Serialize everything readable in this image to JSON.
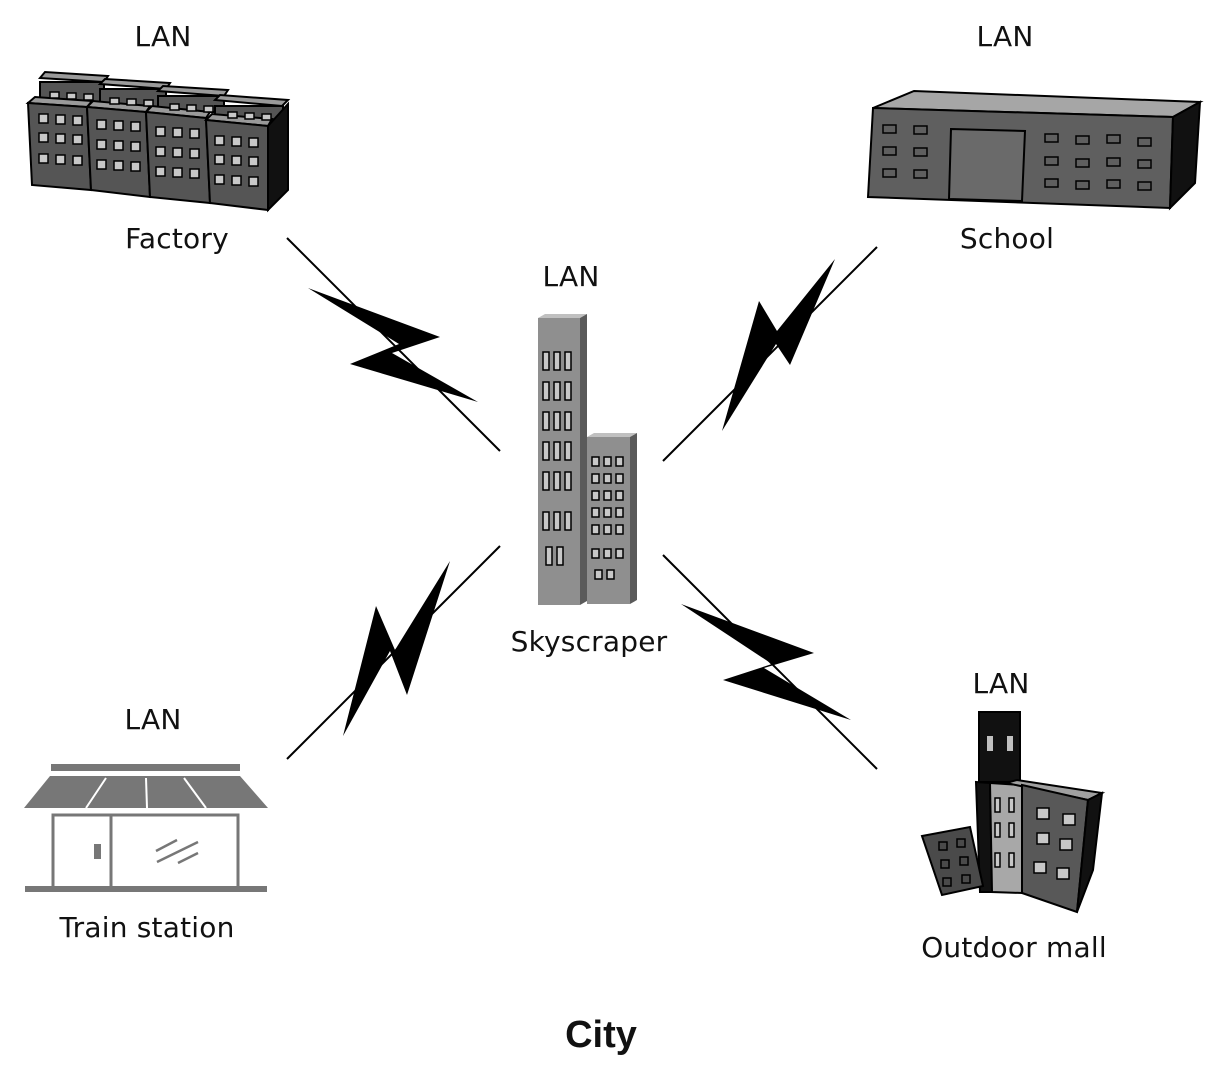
{
  "diagram": {
    "title": "City",
    "hub": {
      "id": "skyscraper",
      "name": "Skyscraper",
      "network_label": "LAN"
    },
    "nodes": [
      {
        "id": "factory",
        "name": "Factory",
        "network_label": "LAN"
      },
      {
        "id": "school",
        "name": "School",
        "network_label": "LAN"
      },
      {
        "id": "train-station",
        "name": "Train station",
        "network_label": "LAN"
      },
      {
        "id": "outdoor-mall",
        "name": "Outdoor mall",
        "network_label": "LAN"
      }
    ],
    "links": [
      {
        "from": "skyscraper",
        "to": "factory",
        "type": "wireless"
      },
      {
        "from": "skyscraper",
        "to": "school",
        "type": "wireless"
      },
      {
        "from": "skyscraper",
        "to": "train-station",
        "type": "wireless"
      },
      {
        "from": "skyscraper",
        "to": "outdoor-mall",
        "type": "wireless"
      }
    ],
    "icons": {
      "factory": "factory-buildings-icon",
      "school": "school-building-icon",
      "skyscraper": "skyscraper-icon",
      "train-station": "storefront-icon",
      "outdoor-mall": "mall-buildings-icon",
      "link": "lightning-bolt-icon"
    }
  }
}
